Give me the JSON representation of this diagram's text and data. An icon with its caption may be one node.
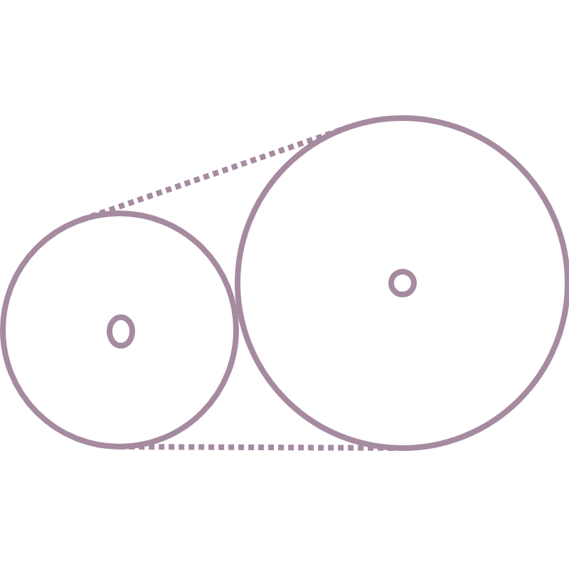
{
  "diagram": {
    "nodes": [
      {
        "text": [],
        "shape": "circle"
      },
      {
        "text": [],
        "shape": "circle",
        "in": 0
      },
      {
        "text": [],
        "shape": "circle"
      },
      {
        "text": [],
        "shape": "circle",
        "in": 2
      }
    ],
    "edges": [
      {
        "from": 0,
        "to": 2,
        "arrow": "none",
        "style": "dashed"
      },
      {
        "from": 0,
        "to": 2,
        "arrow": "none",
        "style": "dashed"
      }
    ]
  }
}
